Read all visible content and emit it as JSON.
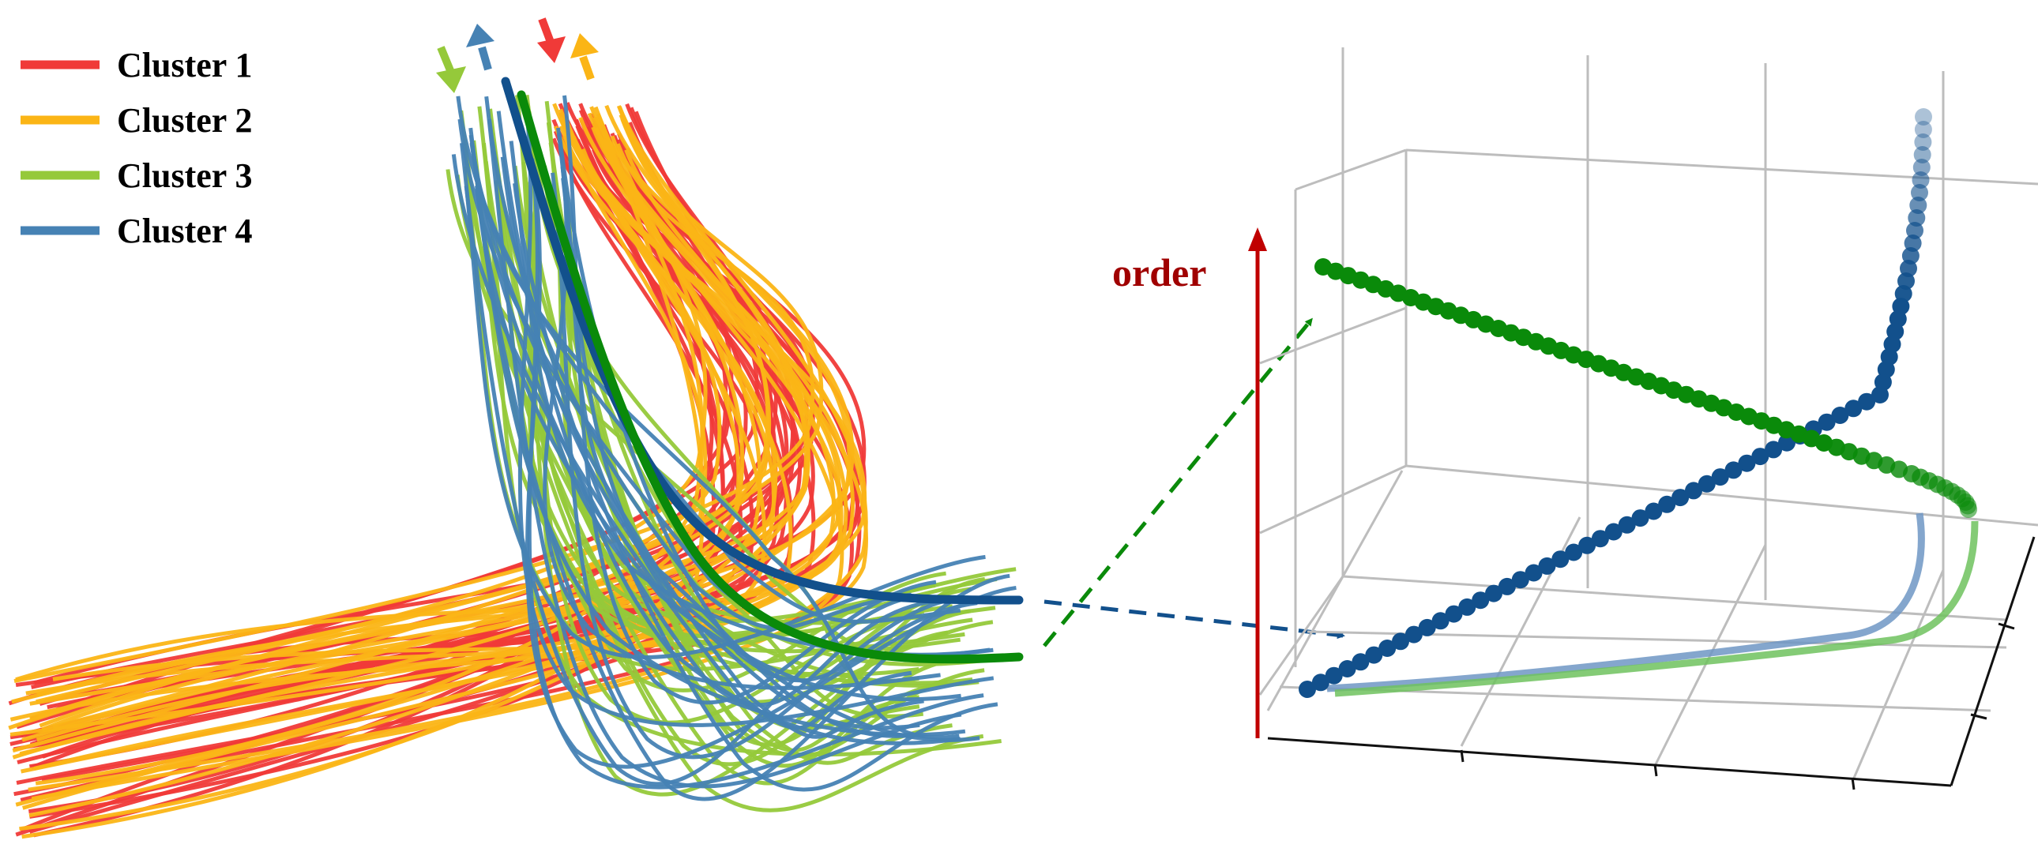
{
  "legend": {
    "items": [
      {
        "label": "Cluster 1",
        "color": "#f03a38"
      },
      {
        "label": "Cluster 2",
        "color": "#fbb516"
      },
      {
        "label": "Cluster 3",
        "color": "#95c93a"
      },
      {
        "label": "Cluster 4",
        "color": "#4682b4"
      }
    ]
  },
  "axis": {
    "label": "order",
    "color": "#c00000"
  },
  "highlight": {
    "blue": "#12508c",
    "green": "#0a8a0a"
  }
}
